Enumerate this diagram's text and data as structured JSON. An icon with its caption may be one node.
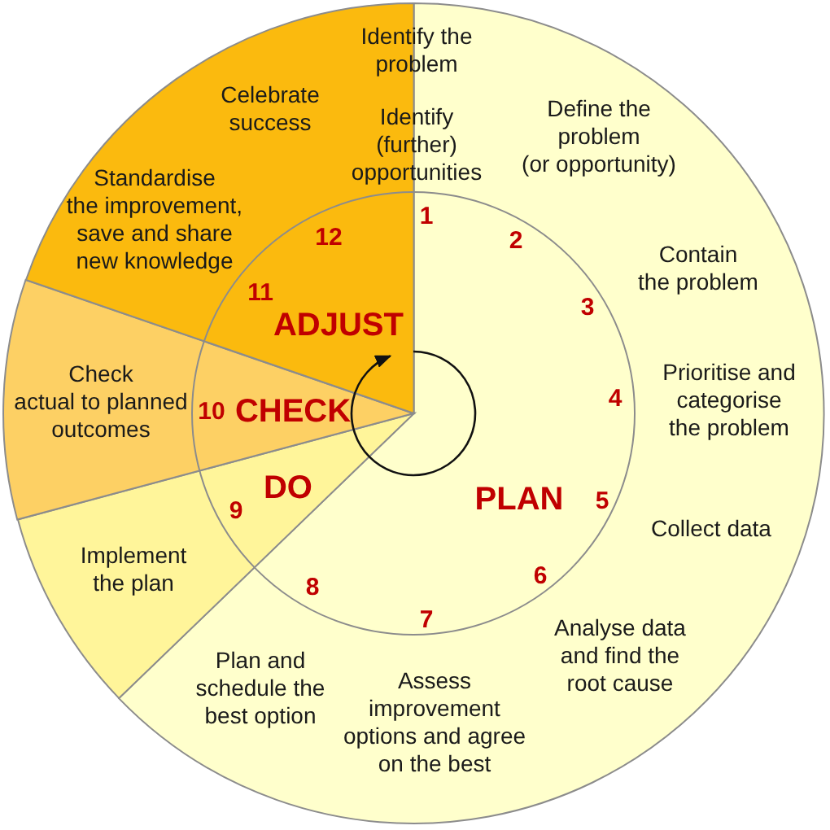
{
  "diagram": {
    "nodes": [
      {
        "text": [
          "PLAN"
        ]
      },
      {
        "text": [
          "DO"
        ]
      },
      {
        "text": [
          "CHECK"
        ]
      },
      {
        "text": [
          "ADJUST"
        ]
      }
    ],
    "labels": [
      "Identify the problem",
      "Identify (further) opportunities",
      "1",
      "Define the problem (or opportunity)",
      "2",
      "Contain the problem",
      "3",
      "Prioritise and categorise the problem",
      "4",
      "Collect data",
      "5",
      "Analyse data and find the root cause",
      "6",
      "Assess improvement options and agree on the best",
      "7",
      "Plan and schedule the best option",
      "8",
      "Implement the plan",
      "9",
      "Check actual to planned outcomes",
      "10",
      "Standardise the improvement, save and share new knowledge",
      "11",
      "Celebrate success",
      "12"
    ]
  }
}
